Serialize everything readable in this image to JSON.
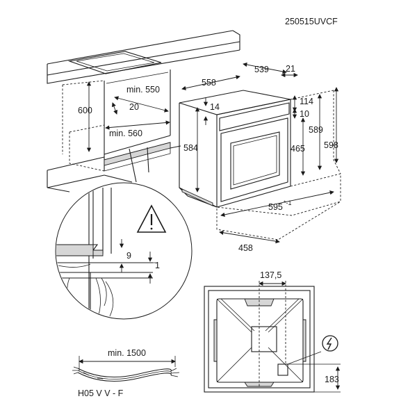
{
  "model_code": "250515UVCF",
  "cabinet": {
    "height": "600",
    "depth_min": "min. 550",
    "opening_depth": "20",
    "width_min": "min. 560"
  },
  "oven": {
    "width_top": "558",
    "depth": "539",
    "door": "21",
    "top_offset": "14",
    "height": "584",
    "right_114": "114",
    "right_10": "10",
    "right_465": "465",
    "right_589": "589",
    "right_598": "598",
    "width_front": "595",
    "width_front_sup": "*-1",
    "bottom_depth": "458"
  },
  "detail": {
    "gap_9": "9",
    "gap_1": "1"
  },
  "back": {
    "offset": "137,5",
    "height_183": "183"
  },
  "cable": {
    "length": "min. 1500",
    "type": "H05 V V - F"
  },
  "colors": {
    "line": "#1a1a1a",
    "fill_gray": "#d6d6d6",
    "background": "#ffffff"
  },
  "icons": [
    "warning-triangle-icon",
    "electrical-connection-icon"
  ]
}
